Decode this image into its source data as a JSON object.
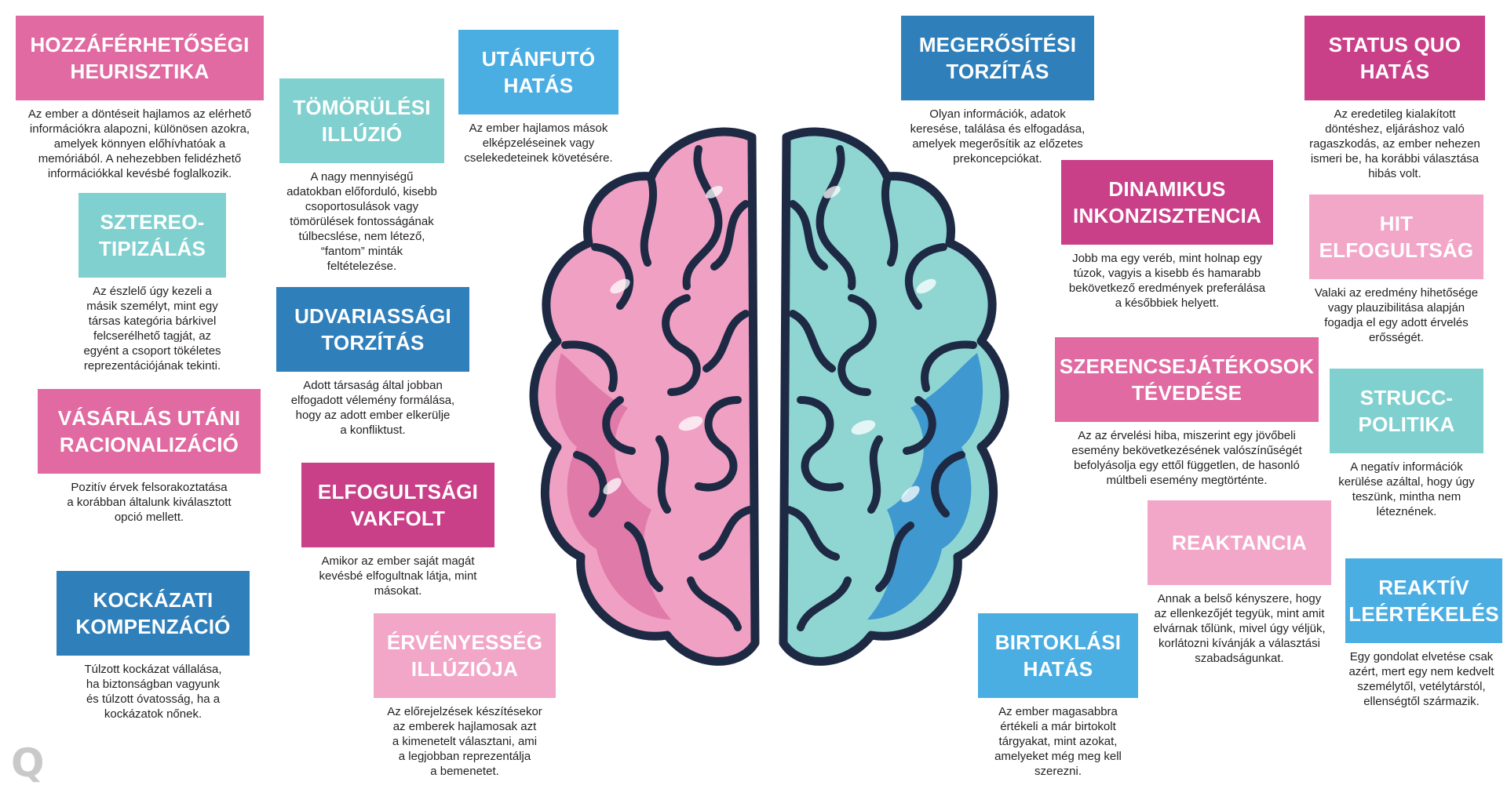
{
  "colors": {
    "pink": "#e06aa1",
    "magenta": "#c93f88",
    "light_pink": "#f2a6c8",
    "teal": "#7fd0cf",
    "light_blue": "#4aaee3",
    "blue": "#2f7fba",
    "brain_pink": "#f0a0c3",
    "brain_pink_dark": "#e07aa8",
    "brain_teal": "#8fd6d3",
    "brain_blue": "#3f98cf",
    "outline": "#1e2a44",
    "text": "#231f20"
  },
  "cards": {
    "hozzaferhetosegi": {
      "title": "HOZZÁFÉRHETŐSÉGI\nHEURISZTIKA",
      "desc": "Az ember a döntéseit hajlamos az elérhető\ninformációkra alapozni, különösen azokra,\namelyek könnyen előhívhatóak a\nmemóriából. A nehezebben felidézhető\ninformációkkal kevésbé foglalkozik."
    },
    "tomorulesi": {
      "title": "TÖMÖRÜLÉSI\nILLÚZIÓ",
      "desc": "A nagy mennyiségű\nadatokban előforduló, kisebb\ncsoportosulások vagy\ntömörülések fontosságának\ntúlbecslése, nem létező,\n“fantom” minták\nfeltételezése."
    },
    "utanfuto": {
      "title": "UTÁNFUTÓ\nHATÁS",
      "desc": "Az ember hajlamos mások\nelképzeléseinek vagy\ncselekedeteinek követésére."
    },
    "sztereotipizalas": {
      "title": "SZTEREO-\nTIPIZÁLÁS",
      "desc": "Az észlelő úgy kezeli a\nmásik személyt, mint egy\ntársas kategória bárkivel\nfelcserélhető tagját, az\negyént a csoport tökéletes\nreprezentációjának tekinti."
    },
    "udvariassagi": {
      "title": "UDVARIASSÁGI\nTORZÍTÁS",
      "desc": "Adott társaság által jobban\nelfogadott vélemény formálása,\nhogy az adott ember elkerülje\na konfliktust."
    },
    "vasarlas": {
      "title": "VÁSÁRLÁS UTÁNI\nRACIONALIZÁCIÓ",
      "desc": "Pozitív érvek felsorakoztatása\na korábban általunk kiválasztott\nopció mellett."
    },
    "elfogultsagi": {
      "title": "ELFOGULTSÁGI\nVAKFOLT",
      "desc": "Amikor az ember saját magát\nkevésbé elfogultnak látja, mint\nmásokat."
    },
    "kockazati": {
      "title": "KOCKÁZATI\nKOMPENZÁCIÓ",
      "desc": "Túlzott kockázat vállalása,\nha biztonságban vagyunk\nés túlzott óvatosság, ha a\nkockázatok nőnek."
    },
    "ervenyesseg": {
      "title": "ÉRVÉNYESSÉG\nILLÚZIÓJA",
      "desc": "Az előrejelzések készítésekor\naz emberek hajlamosak azt\na kimenetelt választani, ami\na legjobban reprezentálja\na bemenetet."
    },
    "megerositesi": {
      "title": "MEGERŐSÍTÉSI\nTORZÍTÁS",
      "desc": "Olyan információk, adatok\nkeresése, találása és elfogadása,\namelyek megerősítik az előzetes\nprekoncepciókat."
    },
    "status_quo": {
      "title": "STATUS QUO\nHATÁS",
      "desc": "Az eredetileg kialakított\ndöntéshez, eljáráshoz való\nragaszkodás, az ember nehezen\nismeri be, ha korábbi választása\nhibás volt."
    },
    "dinamikus": {
      "title": "DINAMIKUS\nINKONZISZTENCIA",
      "desc": "Jobb ma egy veréb, mint holnap egy\ntúzok, vagyis a kisebb és hamarabb\nbekövetkező eredmények preferálása\na későbbiek helyett."
    },
    "hit": {
      "title": "HIT\nELFOGULTSÁG",
      "desc": "Valaki az eredmény hihetősége\nvagy plauzibilitása alapján\nfogadja el egy adott érvelés\nerősségét."
    },
    "szerencsejatekosok": {
      "title": "SZERENCSEJÁTÉKOSOK\nTÉVEDÉSE",
      "desc": "Az az érvelési hiba, miszerint egy jövőbeli\nesemény bekövetkezésének valószínűségét\nbefolyásolja egy ettől független, de hasonló\nmúltbeli esemény megtörténte."
    },
    "strucc": {
      "title": "STRUCC-\nPOLITIKA",
      "desc": "A negatív információk\nkerülése azáltal, hogy úgy\nteszünk, mintha nem\nléteznének."
    },
    "reaktancia": {
      "title": "REAKTANCIA",
      "desc": "Annak a belső kényszere, hogy\naz ellenkezőjét tegyük, mint amit\nelvárnak tőlünk, mivel úgy véljük,\nkorlátozni kívánják a választási\nszabadságunkat."
    },
    "reaktiv": {
      "title": "REAKTÍV\nLEÉRTÉKELÉS",
      "desc": "Egy gondolat elvetése csak\nazért, mert egy nem kedvelt\nszemélytől, vetélytárstól,\nellenségtől származik."
    },
    "birtoklasi": {
      "title": "BIRTOKLÁSI\nHATÁS",
      "desc": "Az ember magasabbra\nértékeli a már birtokolt\ntárgyakat, mint azokat,\namelyeket még meg kell\nszerezni."
    }
  },
  "logo": {
    "letter": "Q"
  }
}
